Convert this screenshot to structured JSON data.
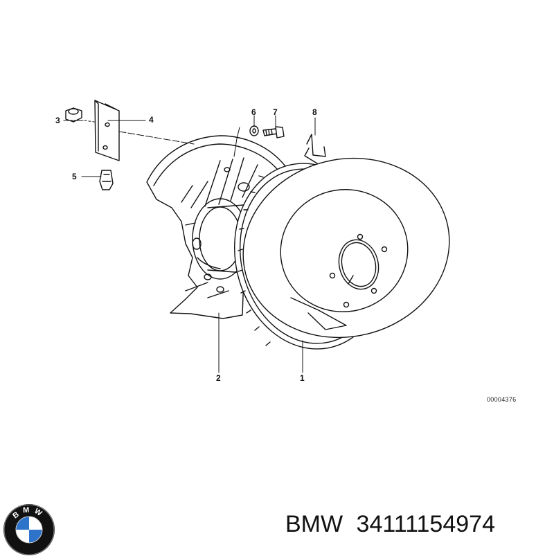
{
  "diagram": {
    "callouts": [
      {
        "label": "1"
      },
      {
        "label": "2"
      },
      {
        "label": "3"
      },
      {
        "label": "4"
      },
      {
        "label": "5"
      },
      {
        "label": "6"
      },
      {
        "label": "7"
      },
      {
        "label": "8"
      }
    ],
    "reference_code": "00004376"
  },
  "brand": {
    "logo_letters": "BMW",
    "logo_colors": {
      "blue": "#2c73c9",
      "black": "#111111",
      "white": "#ffffff"
    }
  },
  "caption": {
    "brand": "BMW",
    "part_number": "34111154974"
  }
}
